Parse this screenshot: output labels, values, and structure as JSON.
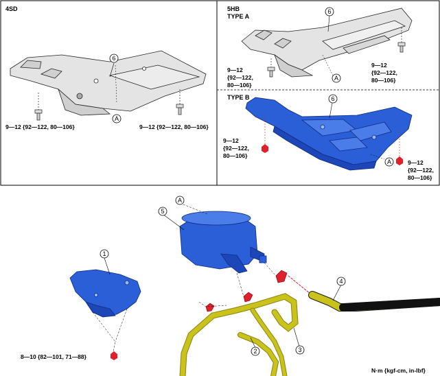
{
  "panels": {
    "sd": {
      "title": "4SD",
      "torque_left": "9—12 {92—122, 80—106}",
      "torque_right": "9—12 {92—122, 80—106}"
    },
    "hb": {
      "title": "5HB",
      "type_a": "TYPE A",
      "type_b": "TYPE B",
      "a_torque_left_1": "9—12",
      "a_torque_left_2": "{92—122,",
      "a_torque_left_3": "80—106}",
      "a_torque_right_1": "9—12",
      "a_torque_right_2": "{92—122,",
      "a_torque_right_3": "80—106}",
      "b_torque_left_1": "9—12",
      "b_torque_left_2": "{92—122,",
      "b_torque_left_3": "80—106}",
      "b_torque_right_1": "9—12",
      "b_torque_right_2": "{92—122,",
      "b_torque_right_3": "80—106}"
    }
  },
  "callouts": {
    "n1": "1",
    "n2": "2",
    "n3": "3",
    "n4": "4",
    "n5": "5",
    "n6": "6",
    "a": "A"
  },
  "bottom": {
    "torque_cover": "8—10 {82—101, 71—88}",
    "units": "N·m {kgf-cm, in-lbf}"
  },
  "colors": {
    "part_blue": "#2b5fd8",
    "pipe_yellow": "#c9c21a",
    "bolt_red": "#e0202a",
    "frame": "#000000"
  }
}
